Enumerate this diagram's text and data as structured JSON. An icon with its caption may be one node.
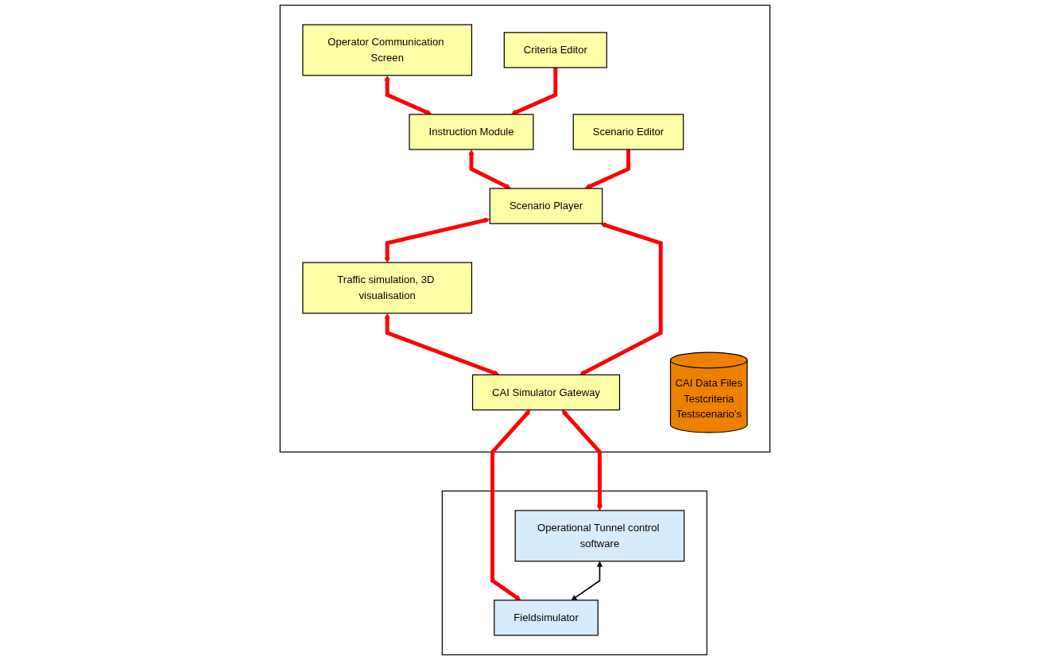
{
  "diagram": {
    "nodes": [
      {
        "text": [],
        "shape": "box"
      },
      {
        "text": [
          "Operator Communication Screen"
        ],
        "in": 0
      },
      {
        "text": [
          "Traffic simulation, 3D visualisation"
        ],
        "in": 0
      },
      {
        "text": [
          "Instruction Module"
        ],
        "in": 0
      },
      {
        "text": [
          "Scenario Player"
        ],
        "in": 0
      },
      {
        "text": [
          "CAI Simulator Gateway"
        ],
        "in": 0
      },
      {
        "text": [
          "CAI Data Files",
          "Testcriteria",
          "Testscenario’s"
        ],
        "in": 0
      },
      {
        "text": [
          "Criteria Editor"
        ],
        "in": 0
      },
      {
        "text": [
          "Scenario Editor"
        ],
        "in": 0
      },
      {
        "text": [],
        "shape": "box"
      },
      {
        "text": [
          "Operational Tunnel control software"
        ],
        "in": 9
      },
      {
        "text": [
          "Fieldsimulator"
        ],
        "in": 9
      }
    ],
    "edges": [
      {
        "from": 1,
        "to": 3,
        "arrow": "both"
      },
      {
        "from": 4,
        "to": 2,
        "arrow": "both"
      },
      {
        "from": 2,
        "to": 5,
        "arrow": "both"
      },
      {
        "from": 3,
        "to": 4,
        "arrow": "both"
      },
      {
        "from": 4,
        "to": 5,
        "arrow": "both"
      },
      {
        "from": 5,
        "to": 10,
        "arrow": "both"
      },
      {
        "from": 5,
        "to": 11,
        "arrow": "both"
      },
      {
        "from": 10,
        "to": 11,
        "arrow": "both",
        "color": "#000000"
      },
      {
        "from": 7,
        "to": 3,
        "arrow": "to"
      },
      {
        "from": 8,
        "to": 4,
        "arrow": "to"
      }
    ]
  }
}
